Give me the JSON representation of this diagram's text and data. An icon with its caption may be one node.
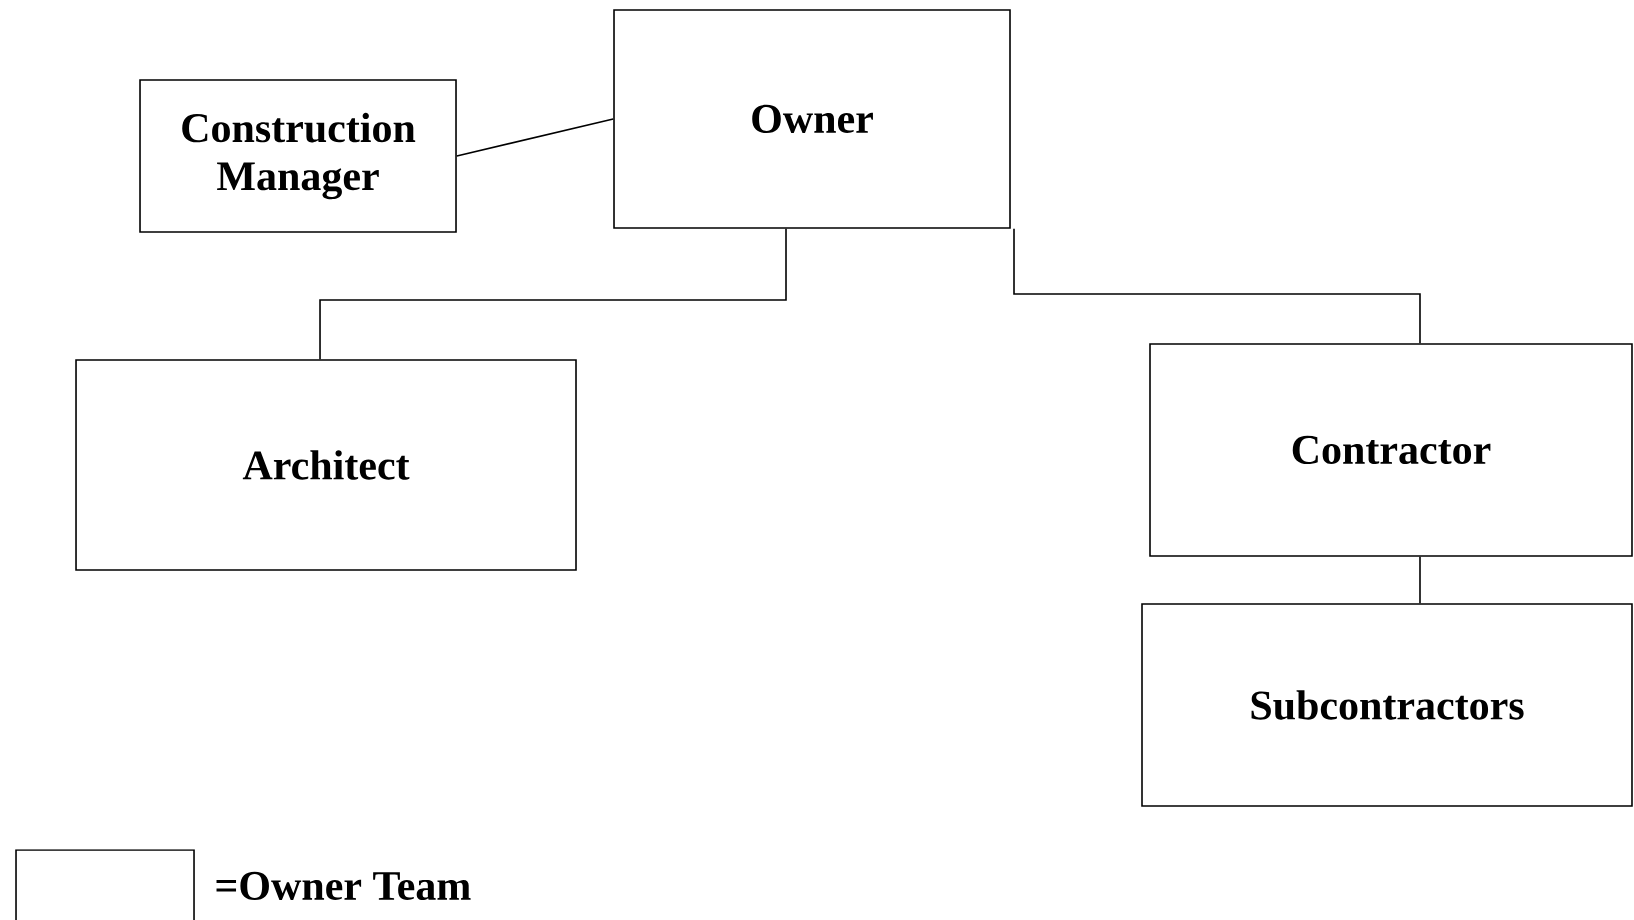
{
  "diagram": {
    "nodes": [
      {
        "text": [
          "Construction Manager"
        ]
      },
      {
        "text": [
          "Owner"
        ]
      },
      {
        "text": [
          "Architect"
        ]
      },
      {
        "text": [
          "Contractor"
        ]
      },
      {
        "text": [
          "Subcontractors"
        ]
      }
    ],
    "edges": [
      {
        "from": 0,
        "to": 1,
        "arrow": "none"
      },
      {
        "from": 1,
        "to": 2,
        "arrow": "none"
      },
      {
        "from": 1,
        "to": 3,
        "arrow": "none"
      },
      {
        "from": 3,
        "to": 4,
        "arrow": "none"
      }
    ],
    "legend": [
      {
        "text": "=Owner Team"
      }
    ]
  }
}
